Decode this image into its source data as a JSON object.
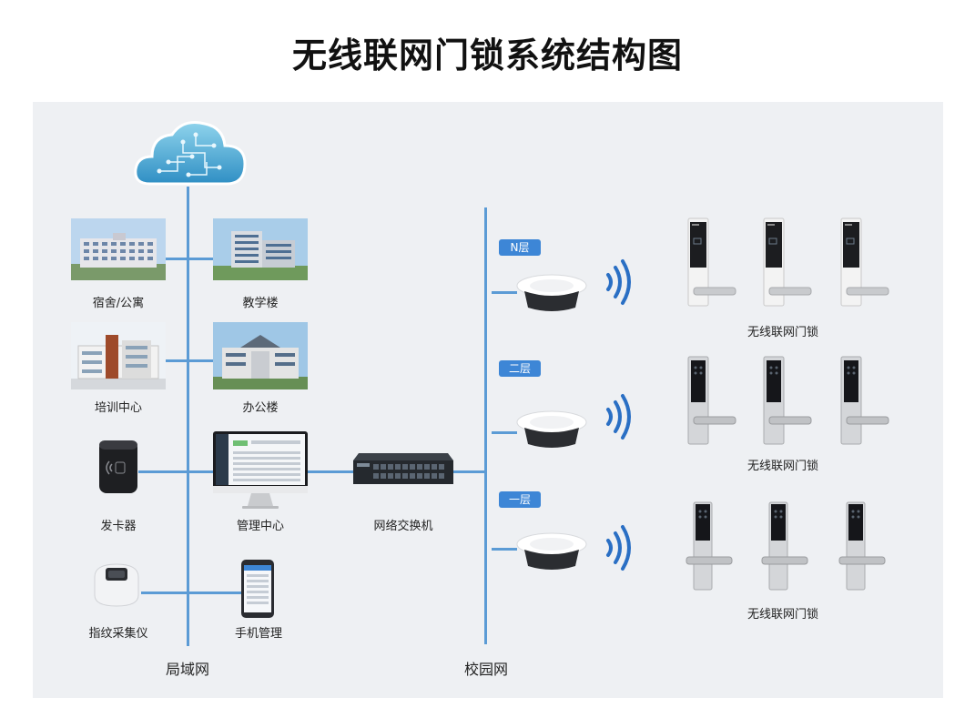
{
  "title": "无线联网门锁系统结构图",
  "nodes": {
    "dorm": "宿舍/公寓",
    "teaching": "教学楼",
    "training": "培训中心",
    "office": "办公楼",
    "card_issuer": "发卡器",
    "management": "管理中心",
    "switch": "网络交换机",
    "fingerprint": "指纹采集仪",
    "mobile": "手机管理"
  },
  "networks": {
    "lan": "局域网",
    "campus": "校园网"
  },
  "floors": [
    {
      "tag": "N层",
      "group_label": "无线联网门锁"
    },
    {
      "tag": "二层",
      "group_label": "无线联网门锁"
    },
    {
      "tag": "一层",
      "group_label": "无线联网门锁"
    }
  ],
  "colors": {
    "line": "#5b9bd5",
    "tag": "#3d86d6",
    "panel": "#eef0f3"
  }
}
